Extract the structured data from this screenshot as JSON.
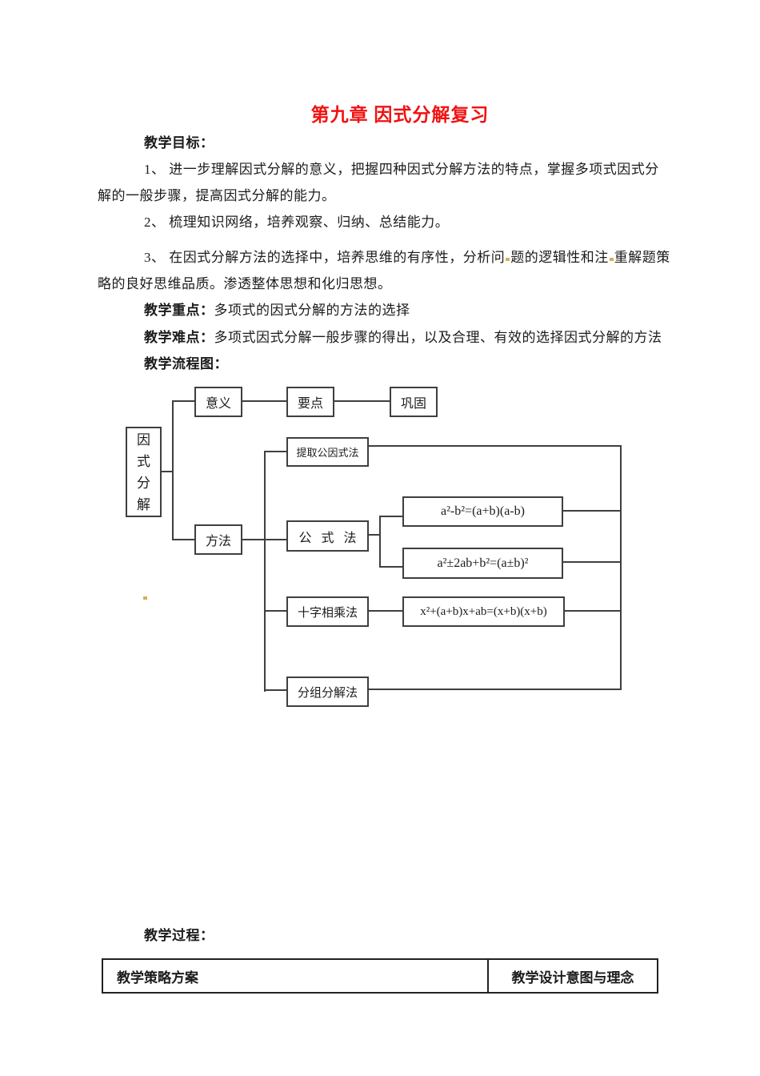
{
  "title": {
    "text": "第九章 因式分解复习",
    "color": "#f01212"
  },
  "body": {
    "goal_label": "教学目标：",
    "p1_line1": "1、 进一步理解因式分解的意义，把握四种因式分解方法的特点，掌握多项式因式分",
    "p1_line2": "解的一般步骤，提高因式分解的能力。",
    "p2": "2、 梳理知识网络，培养观察、归纳、总结能力。",
    "p3_line1_seg1": "3、 在因式分解方法的选择中，培养思维的有序性，分析问",
    "p3_line1_seg2": "题的逻辑性和注",
    "p3_line1_seg3": "重解题策",
    "p3_line2": "略的良好思维品质。渗透整体思想和化归思想。",
    "key_label": "教学重点：",
    "key_text": "多项式的因式分解的方法的选择",
    "difficult_label": "教学难点：",
    "difficult_text": "多项式因式分解一般步骤的得出，以及合理、有效的选择因式分解的方法",
    "flowchart_label": "教学流程图："
  },
  "flowchart": {
    "root_chars": [
      "因",
      "式",
      "分",
      "解"
    ],
    "nodes": {
      "yiyi": "意义",
      "yaodian": "要点",
      "gonggu": "巩固",
      "fangfa": "方法",
      "tiqu": "提取公因式法",
      "gongshi": "公式法",
      "shizi": "十字相乘法",
      "fenzu": "分组分解法",
      "formula_diff_squares": "a²-b²=(a+b)(a-b)",
      "formula_perfect_square": "a²±2ab+b²=(a±b)²",
      "formula_cross": "x²+(a+b)x+ab=(x+b)(x+b)"
    }
  },
  "footer": {
    "process_label": "教学过程：",
    "table": {
      "left_header": "教学策略方案",
      "right_header": "教学设计意图与理念"
    }
  },
  "colors": {
    "title_red": "#f01212",
    "line_gray": "#3f3f3f",
    "artifact_yellow": "#d9ae57",
    "text": "#1c1c1c"
  }
}
